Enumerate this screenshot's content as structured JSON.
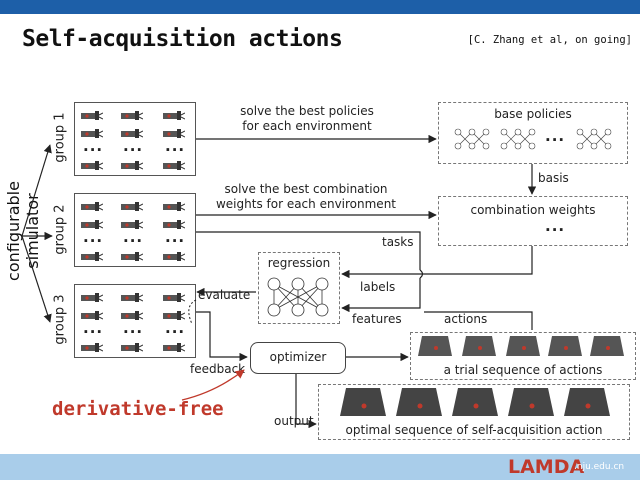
{
  "header": {
    "title": "Self-acquisition actions",
    "citation": "[C. Zhang et al, on going]"
  },
  "left": {
    "simulator_label": "configurable simulator",
    "groups": [
      "group 1",
      "group 2",
      "group 3"
    ]
  },
  "edges": {
    "solve_policies": "solve the best policies\nfor each environment",
    "solve_weights": "solve the best combination\nweights for each environment",
    "basis": "basis",
    "tasks": "tasks",
    "labels": "labels",
    "features": "features",
    "actions": "actions",
    "evaluate": "evaluate",
    "feedback": "feedback",
    "output": "output"
  },
  "boxes": {
    "base_policies": "base policies",
    "combination_weights": "combination weights",
    "regression": "regression",
    "optimizer": "optimizer",
    "trial_sequence": "a trial sequence of actions",
    "optimal_sequence": "optimal sequence of self-acquisition action"
  },
  "ellipsis": "...",
  "annotation": {
    "derivative_free": "derivative-free"
  },
  "footer": {
    "logo": "LAMDA",
    "url": ".nju.edu.cn"
  },
  "colors": {
    "topbar": "#1d5fa8",
    "bottombar": "#a9cdea",
    "accent": "#c0392b"
  }
}
